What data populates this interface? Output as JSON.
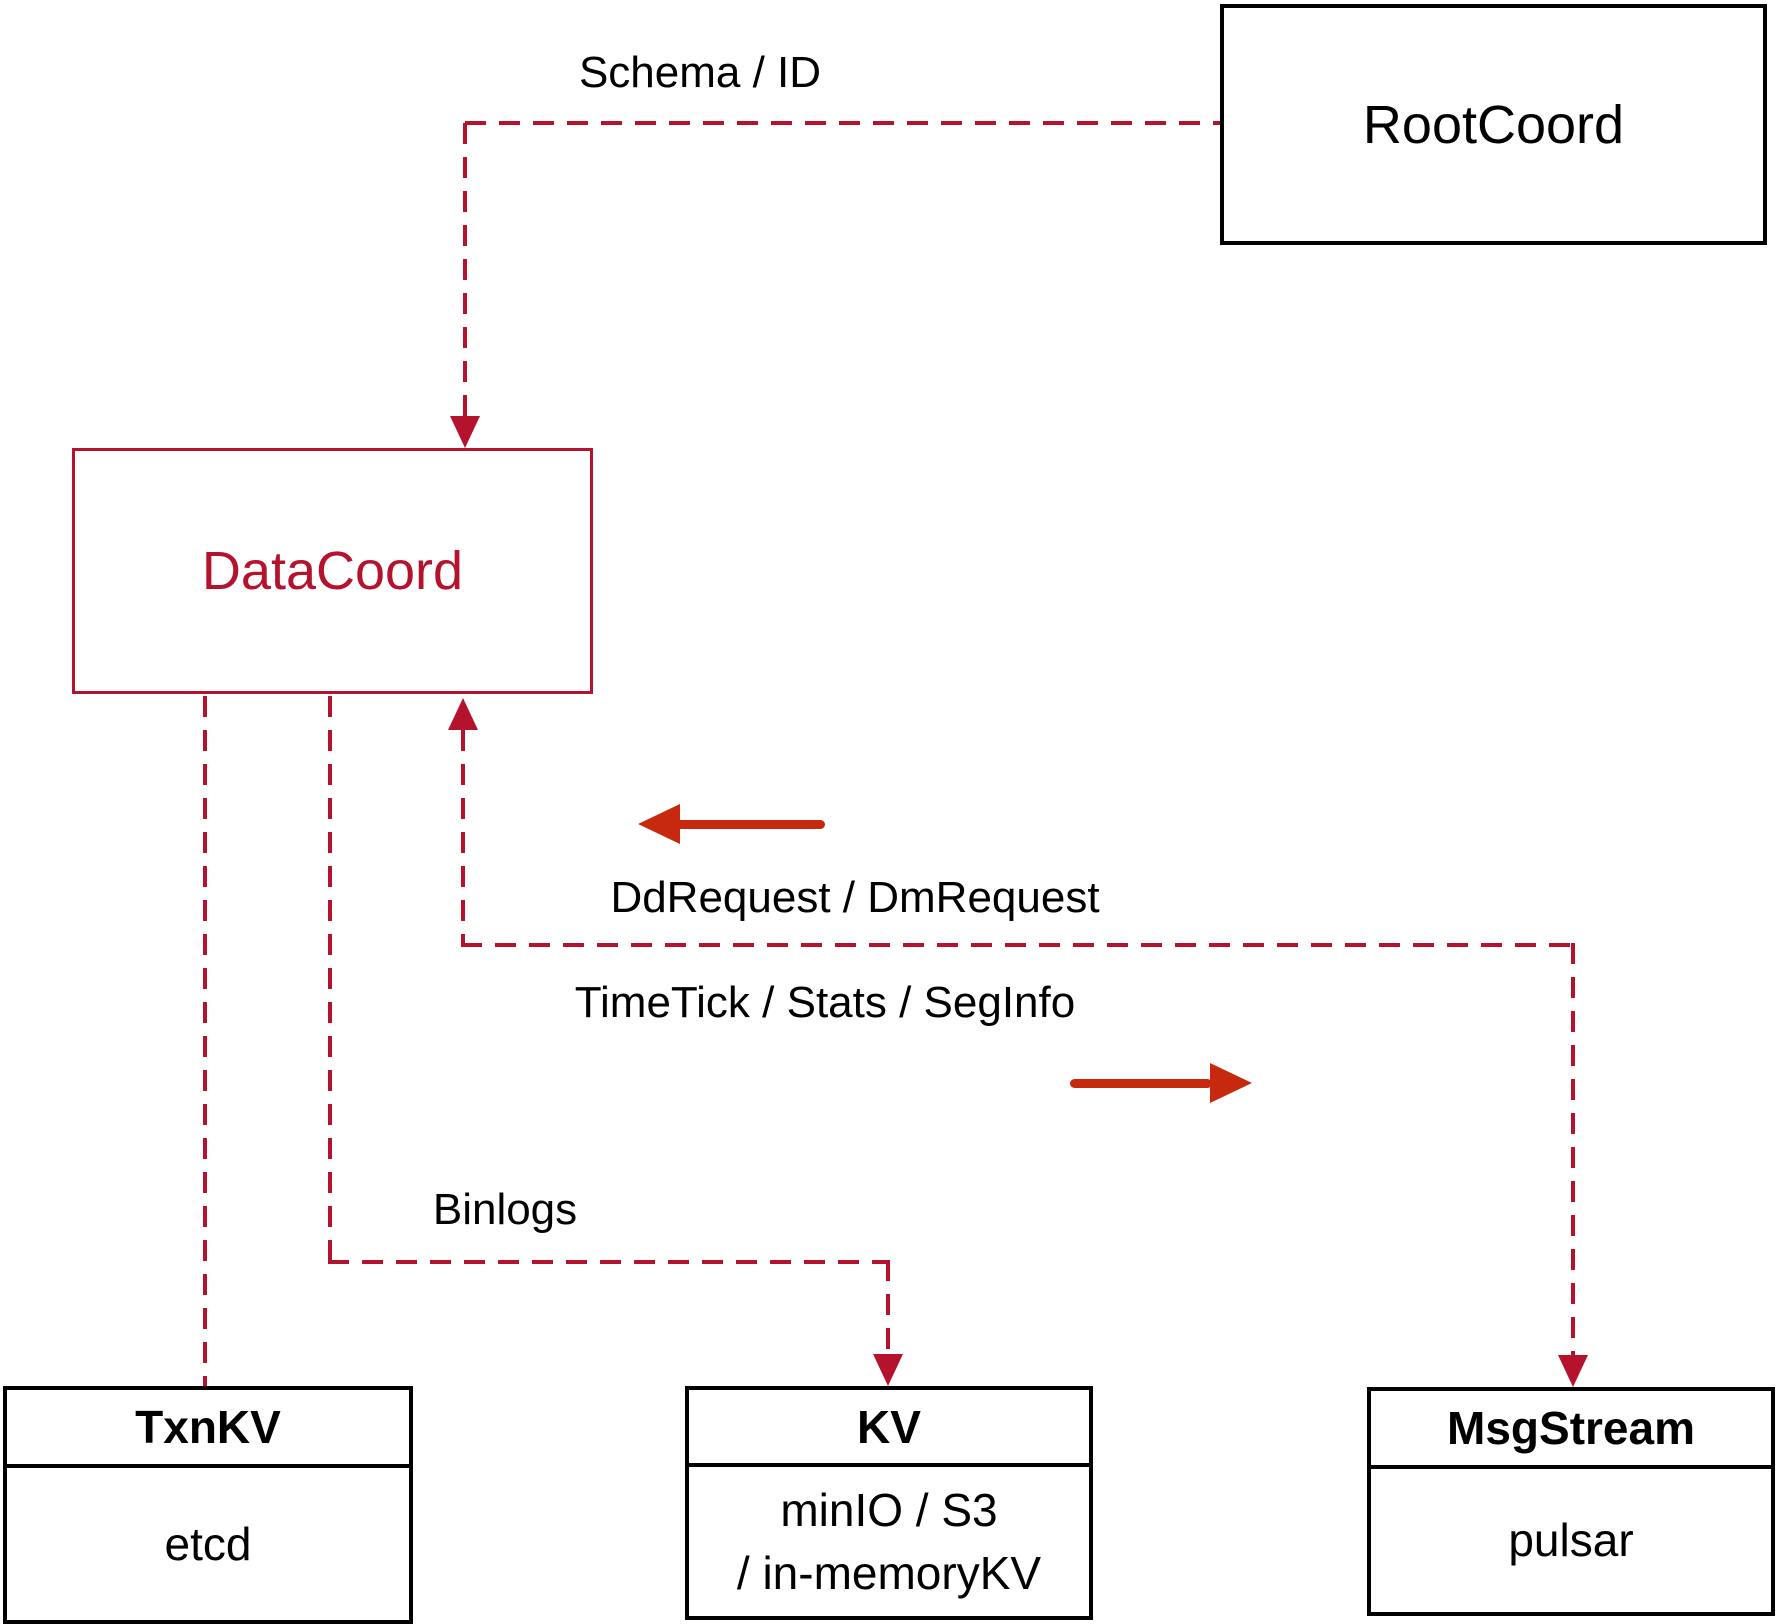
{
  "colors": {
    "dashed_line_red": "#b5122e",
    "datacoord_red": "#b5122e",
    "solid_arrow_red": "#c7290e",
    "box_border_black": "#000000",
    "text_black": "#000000",
    "background": "#ffffff"
  },
  "nodes": {
    "rootcoord": {
      "label": "RootCoord"
    },
    "datacoord": {
      "label": "DataCoord"
    },
    "txnkv": {
      "header": "TxnKV",
      "body": "etcd"
    },
    "kv": {
      "header": "KV",
      "body_line1": "minIO / S3",
      "body_line2": "/ in-memoryKV"
    },
    "msgstream": {
      "header": "MsgStream",
      "body": "pulsar"
    }
  },
  "edge_labels": {
    "schema_id": "Schema / ID",
    "dd_dm_request": "DdRequest / DmRequest",
    "timetick_stats_seginfo": "TimeTick / Stats / SegInfo",
    "binlogs": "Binlogs"
  }
}
